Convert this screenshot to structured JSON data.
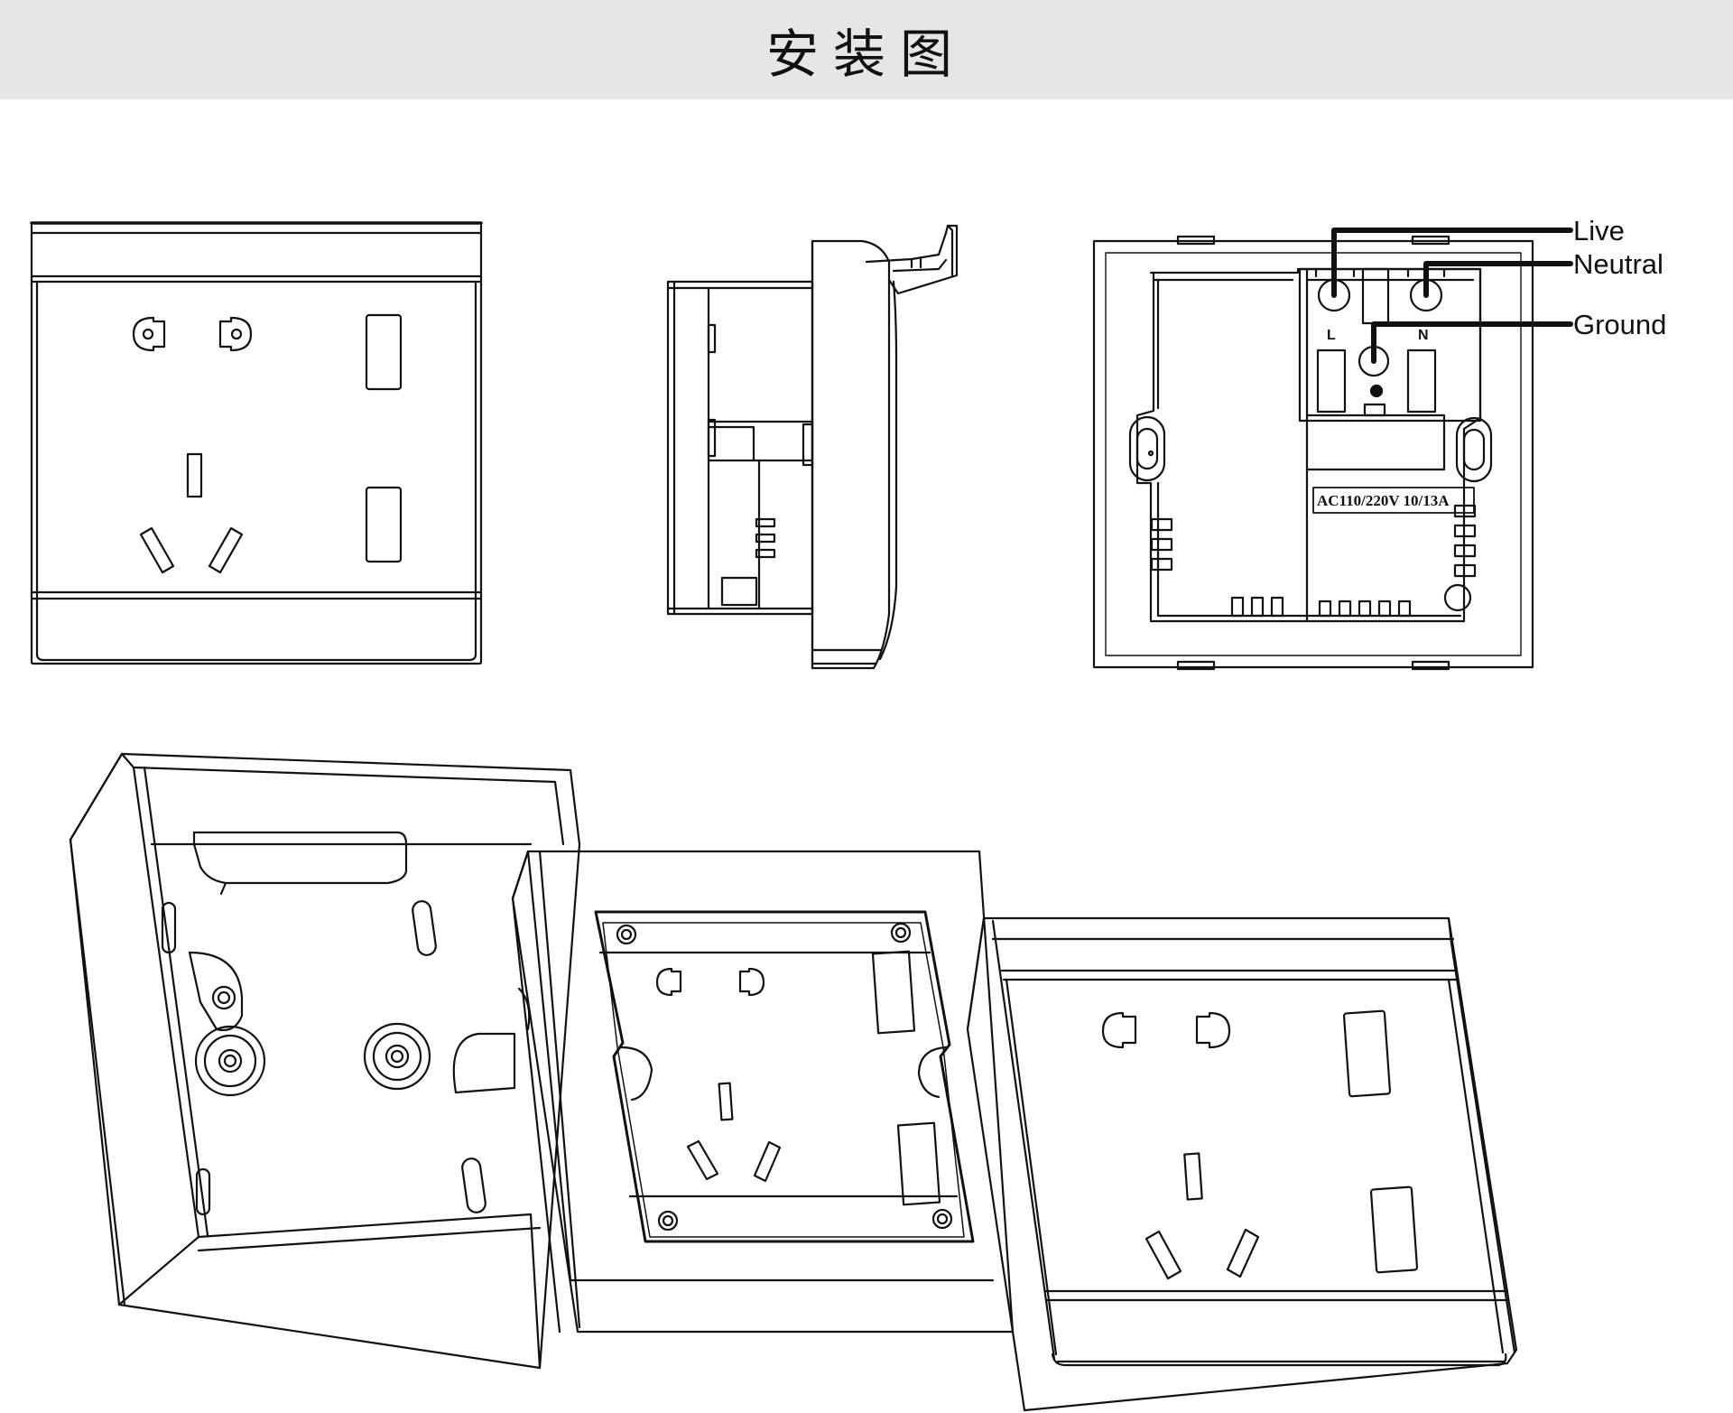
{
  "header": {
    "title": "安装图"
  },
  "wiring": {
    "labels": {
      "live": "Live",
      "neutral": "Neutral",
      "ground": "Ground"
    },
    "terminals": {
      "live": "L",
      "neutral": "N"
    },
    "rating": "AC110/220V 10/13A"
  },
  "colors": {
    "header_background": "#e6e6e6",
    "line_art": "#111111"
  }
}
